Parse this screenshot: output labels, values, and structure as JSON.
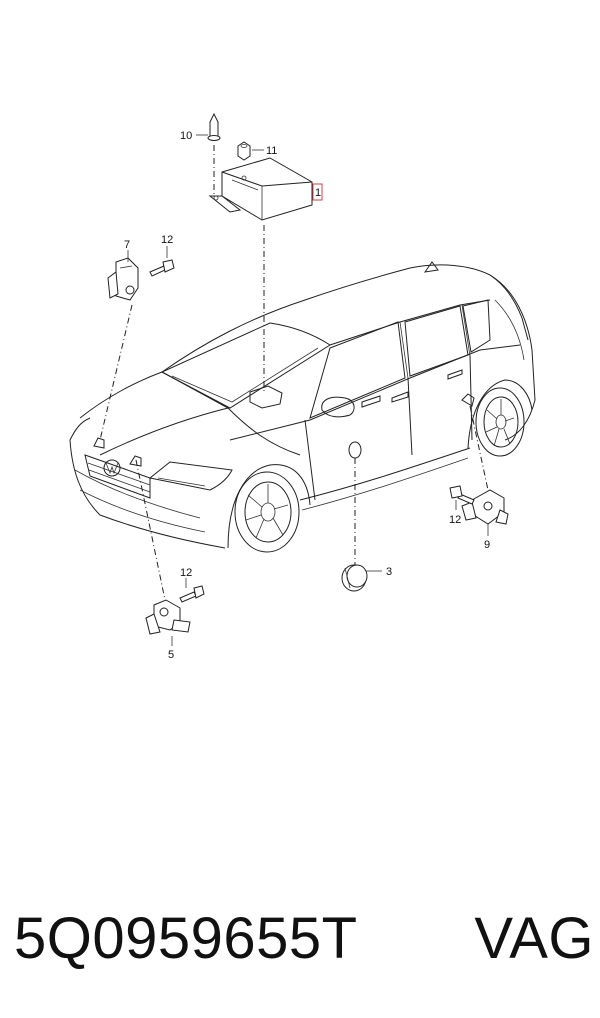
{
  "callouts": {
    "c1": "1",
    "c3": "3",
    "c5": "5",
    "c7": "7",
    "c9": "9",
    "c10": "10",
    "c11": "11",
    "c12a": "12",
    "c12b": "12",
    "c12c": "12"
  },
  "footer": {
    "part_number": "5Q0959655T",
    "brand": "VAG"
  },
  "colors": {
    "highlight": "#d04040",
    "line": "#222222"
  }
}
